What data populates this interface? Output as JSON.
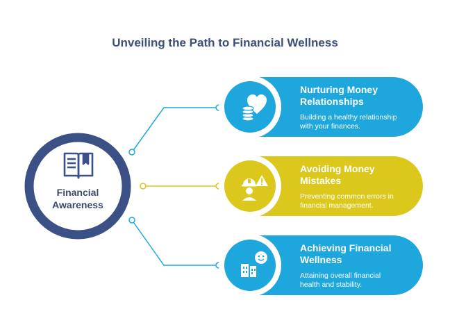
{
  "title": "Unveiling the Path to Financial Wellness",
  "hub": {
    "label_line1": "Financial",
    "label_line2": "Awareness",
    "icon": "book-icon",
    "color": "#3b5186"
  },
  "branches": [
    {
      "title_line1": "Nurturing Money",
      "title_line2": "Relationships",
      "desc_line1": "Building a healthy relationship",
      "desc_line2": "with your finances.",
      "icon": "coins-heart-icon",
      "color": "#1ea7dd"
    },
    {
      "title_line1": "Avoiding Money",
      "title_line2": "Mistakes",
      "desc_line1": "Preventing common errors in",
      "desc_line2": "financial management.",
      "icon": "worker-warning-icon",
      "color": "#dcc71c"
    },
    {
      "title_line1": "Achieving Financial",
      "title_line2": "Wellness",
      "desc_line1": "Attaining overall financial",
      "desc_line2": "health and stability.",
      "icon": "building-smile-icon",
      "color": "#1ea7dd"
    }
  ]
}
